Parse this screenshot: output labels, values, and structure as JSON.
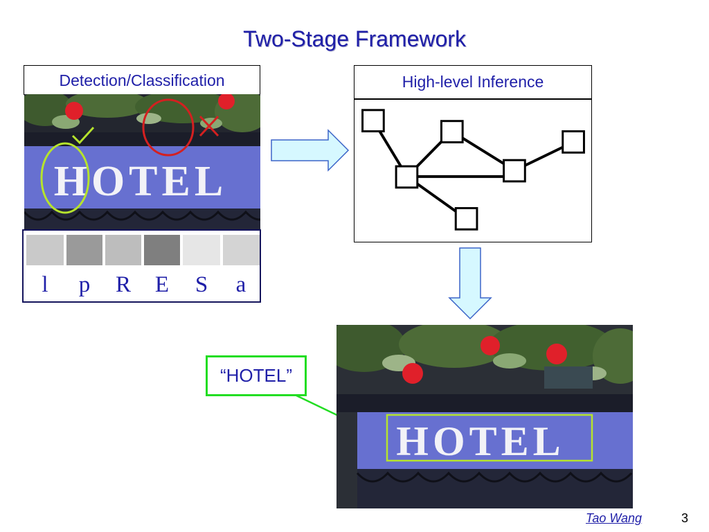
{
  "slide": {
    "title": "Two-Stage Framework",
    "stage1_label": "Detection/Classification",
    "stage2_label": "High-level Inference",
    "characters": [
      "l",
      "p",
      "R",
      "E",
      "S",
      "a"
    ],
    "result_label": "“HOTEL”",
    "sign_word": "HOTEL",
    "author": "Tao Wang",
    "page_number": "3"
  },
  "icons": [
    "check-mark-icon",
    "cross-mark-icon",
    "right-arrow-icon",
    "down-arrow-icon"
  ],
  "colors": {
    "title": "#1f1fa8",
    "accept_circle": "#b6e32d",
    "reject_circle": "#d42020",
    "result_box": "#22dd22",
    "arrow_fill": "#d6f8ff",
    "sign_blue": "#6c77d6"
  }
}
